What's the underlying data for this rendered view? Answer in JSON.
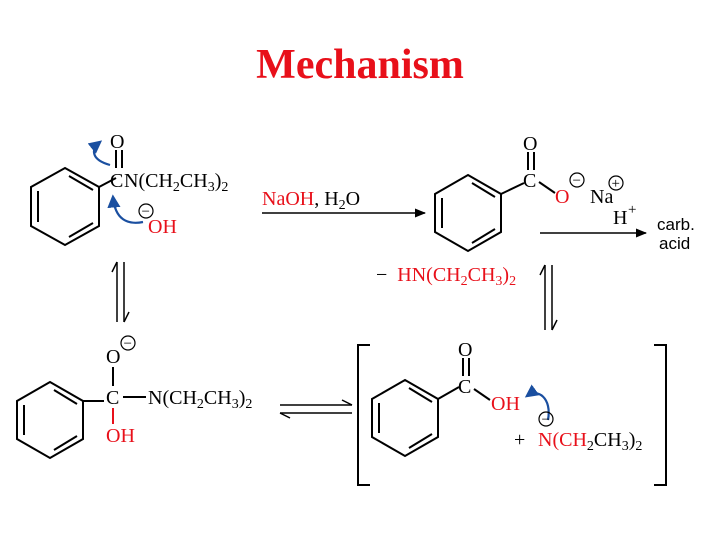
{
  "title": "Mechanism",
  "colors": {
    "title": "#e8101a",
    "accent": "#e8101a",
    "curved_arrow": "#1a4fa0",
    "structure": "#000000"
  },
  "top_left": {
    "carbonyl_o": "O",
    "amide_c": "C",
    "amide_n": "N(CH",
    "amide_sub1": "2",
    "amide_mid": "CH",
    "amide_sub2": "3",
    "amide_close": ")",
    "amide_sub3": "2",
    "nucleophile": "OH",
    "charge": "−"
  },
  "reagent": {
    "part1": "Na",
    "part2": "OH",
    "part3": ", H",
    "sub": "2",
    "part4": "O"
  },
  "top_right": {
    "carbonyl_o": "O",
    "c": "C",
    "o_minus": "O",
    "o_charge": "−",
    "na": "Na",
    "na_charge": "+",
    "h_plus": "H",
    "h_charge": "+",
    "product_line1": "carb.",
    "product_line2": "acid"
  },
  "elimination": {
    "minus": "−",
    "text_h": "HN(CH",
    "sub1": "2",
    "text_mid": "CH",
    "sub2": "3",
    "text_close": ")",
    "sub3": "2"
  },
  "bottom_left": {
    "o_minus": "O",
    "o_charge": "−",
    "c": "C",
    "n": "N(CH",
    "sub1": "2",
    "mid": "CH",
    "sub2": "3",
    "close": ")",
    "sub3": "2",
    "oh": "OH"
  },
  "bottom_right": {
    "carbonyl_o": "O",
    "c": "C",
    "oh": "OH",
    "plus": "+",
    "n": "N(CH",
    "sub1": "2",
    "mid": "CH",
    "sub2": "3",
    "close": ")",
    "sub3": "2",
    "n_charge": "−"
  }
}
